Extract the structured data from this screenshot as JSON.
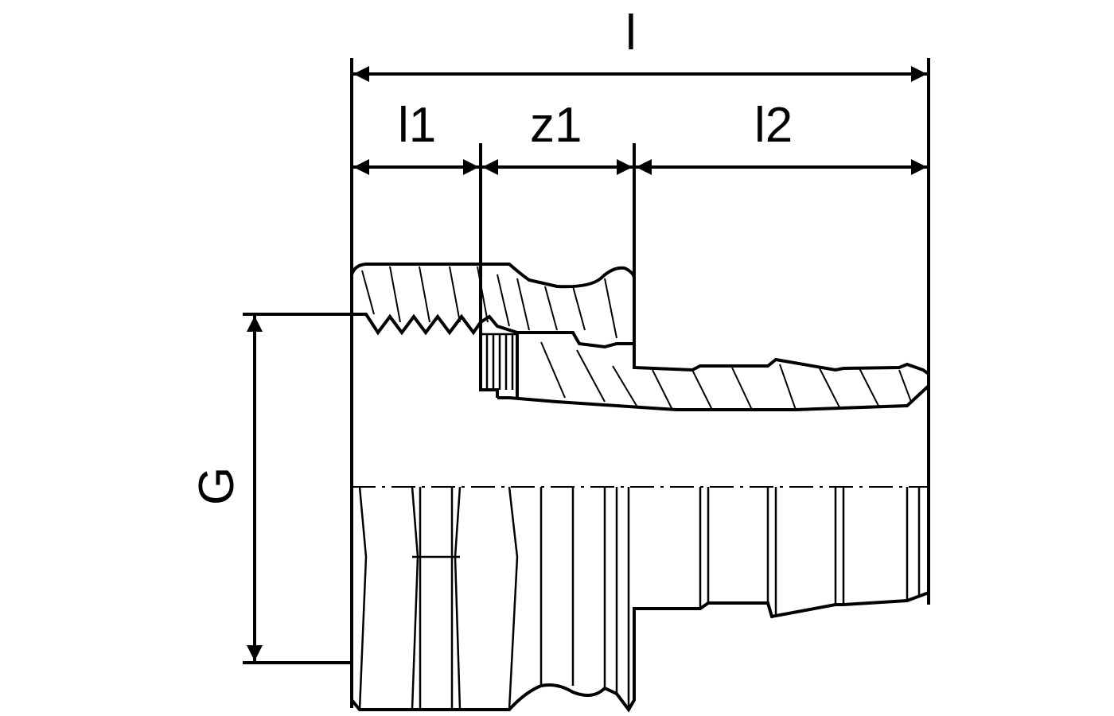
{
  "drawing": {
    "dimensions": {
      "overall_length": "l",
      "thread_length": "l1",
      "z_length": "z1",
      "insert_length": "l2",
      "thread_size": "G"
    }
  }
}
